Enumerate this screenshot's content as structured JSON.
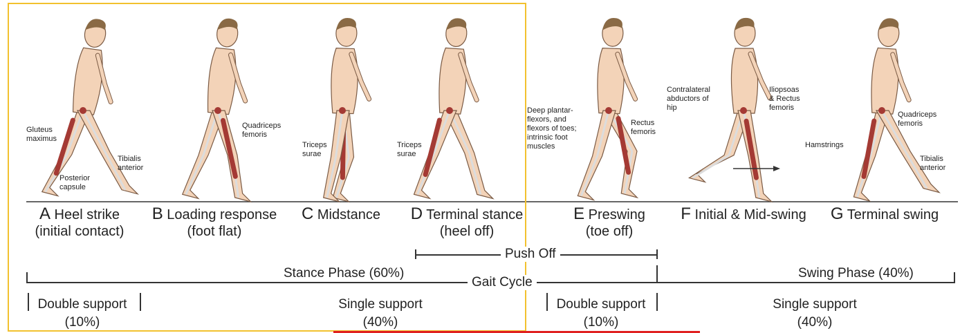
{
  "colors": {
    "skin": "#f3d3b8",
    "skin_outline": "#7a5a44",
    "hair": "#8a6a45",
    "muscle": "#a43a34",
    "bone": "#dcdcdc",
    "highlight_box": "#f2c12e",
    "red_bar": "#e02020"
  },
  "phases": [
    {
      "letter": "A",
      "title": "Heel strike",
      "subtitle": "(initial contact)"
    },
    {
      "letter": "B",
      "title": "Loading response",
      "subtitle": "(foot flat)"
    },
    {
      "letter": "C",
      "title": "Midstance",
      "subtitle": ""
    },
    {
      "letter": "D",
      "title": "Terminal stance",
      "subtitle": "(heel off)"
    },
    {
      "letter": "E",
      "title": "Preswing",
      "subtitle": "(toe off)"
    },
    {
      "letter": "F",
      "title": "Initial & Mid-swing",
      "subtitle": ""
    },
    {
      "letter": "G",
      "title": "Terminal swing",
      "subtitle": ""
    }
  ],
  "annotations": {
    "gluteus": "Gluteus\nmaximus",
    "posterior_capsule": "Posterior\ncapsule",
    "tibialis_a": "Tibialis\nanterior",
    "quadriceps_b": "Quadriceps\nfemoris",
    "triceps_c": "Triceps\nsurae",
    "triceps_d": "Triceps\nsurae",
    "deep_plantar": "Deep plantar-\nflexors, and\nflexors of toes;\nintrinsic foot\nmuscles",
    "rectus_e": "Rectus\nfemoris",
    "contralateral": "Contralateral\nabductors of\nhip",
    "iliopsoas": "Iliopsoas\n& Rectus\nfemoris",
    "hamstrings": "Hamstrings",
    "quadriceps_g": "Quadriceps\nfemoris",
    "tibialis_g": "Tibialis\nanterior"
  },
  "push_off": "Push Off",
  "stance_phase": "Stance Phase (60%)",
  "gait_cycle": "Gait Cycle",
  "swing_phase": "Swing Phase (40%)",
  "support": [
    {
      "label": "Double support",
      "pct": "(10%)"
    },
    {
      "label": "Single support",
      "pct": "(40%)"
    },
    {
      "label": "Double support",
      "pct": "(10%)"
    },
    {
      "label": "Single support",
      "pct": "(40%)"
    }
  ]
}
